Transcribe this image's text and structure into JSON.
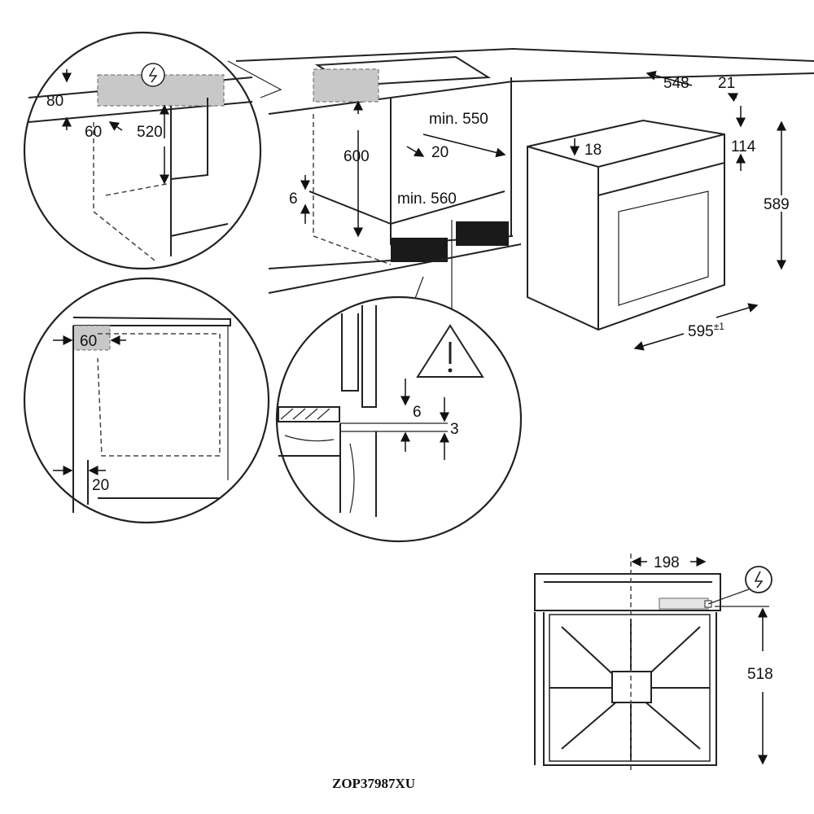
{
  "dimensions": {
    "detail_top_left": {
      "gap_top": "80",
      "gap_depth": "60",
      "socket_height": "520"
    },
    "cabinet": {
      "height": "600",
      "depth_min": "min. 550",
      "rear_gap": "20",
      "plinth": "6",
      "width_min": "min. 560"
    },
    "oven": {
      "depth": "548",
      "front_thickness": "21",
      "panel_top": "18",
      "panel_height": "114",
      "height": "589",
      "width": "595",
      "width_tolerance": "±1"
    },
    "detail_left": {
      "vent_depth": "60",
      "bottom_gap": "20"
    },
    "detail_middle": {
      "gap_upper": "6",
      "gap_lower": "3"
    },
    "rear_view": {
      "cable_offset": "198",
      "cable_height": "518"
    }
  },
  "model_label": "ZOP37987XU",
  "colors": {
    "line": "#222222",
    "shade": "#c8c8c8",
    "plinth": "#1a1a1a"
  }
}
